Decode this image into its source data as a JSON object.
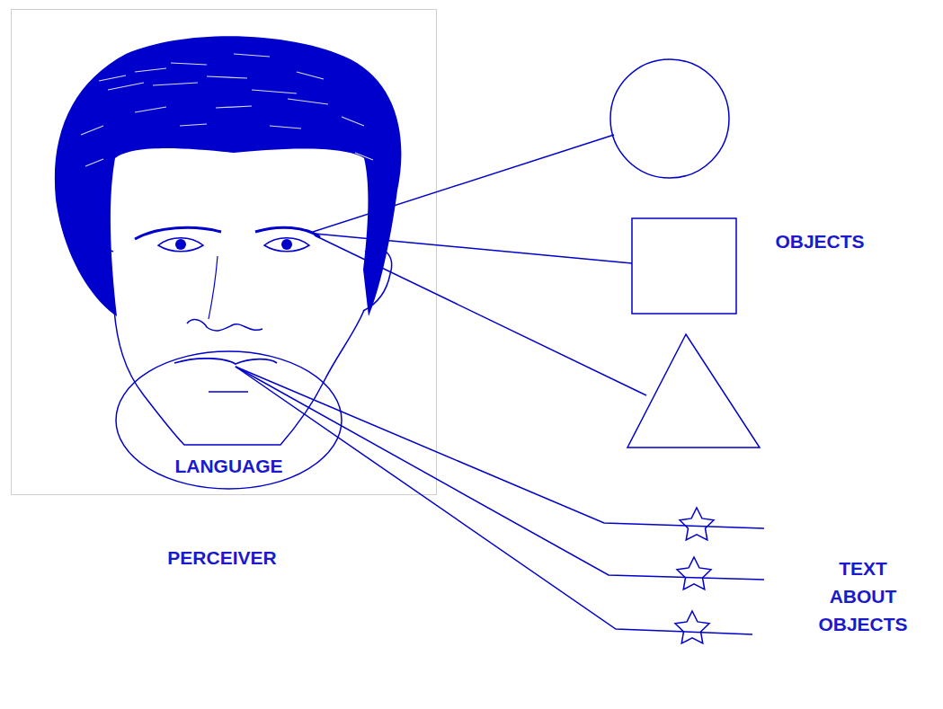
{
  "diagram": {
    "nodes": [
      {
        "text": [
          "LANGUAGE"
        ]
      }
    ],
    "labels": [
      "PERCEIVER",
      "OBJECTS",
      "TEXT ABOUT OBJECTS"
    ]
  }
}
